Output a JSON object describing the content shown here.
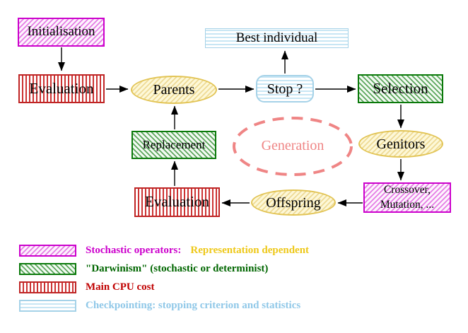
{
  "palette": {
    "magenta": "#cc00cc",
    "green": "#0b7a0b",
    "red": "#bf2424",
    "cyan": "#a5d2e8",
    "yellow": "#e2c455",
    "salmon": "#ef8585",
    "line": "#000000"
  },
  "nodes": {
    "initialisation": {
      "label": "Initialisation"
    },
    "evaluation_top": {
      "label": "Evaluation"
    },
    "parents": {
      "label": "Parents"
    },
    "best_individual": {
      "label": "Best individual"
    },
    "stop": {
      "label": "Stop ?"
    },
    "selection": {
      "label": "Selection"
    },
    "genitors": {
      "label": "Genitors"
    },
    "crossover_mutation": {
      "line1": "Crossover,",
      "line2": "Mutation, ..."
    },
    "offspring": {
      "label": "Offspring"
    },
    "evaluation_bottom": {
      "label": "Evaluation"
    },
    "replacement": {
      "label": "Replacement"
    },
    "generation": {
      "label": "Generation"
    }
  },
  "edges": [
    {
      "from": "initialisation",
      "to": "evaluation_top"
    },
    {
      "from": "evaluation_top",
      "to": "parents"
    },
    {
      "from": "parents",
      "to": "stop"
    },
    {
      "from": "stop",
      "to": "best_individual"
    },
    {
      "from": "stop",
      "to": "selection"
    },
    {
      "from": "selection",
      "to": "genitors"
    },
    {
      "from": "genitors",
      "to": "crossover_mutation"
    },
    {
      "from": "crossover_mutation",
      "to": "offspring"
    },
    {
      "from": "offspring",
      "to": "evaluation_bottom"
    },
    {
      "from": "evaluation_bottom",
      "to": "replacement"
    },
    {
      "from": "replacement",
      "to": "parents"
    }
  ],
  "legend": {
    "items": [
      {
        "pattern": "magenta-diagonal-hatch",
        "label": "Stochastic operators:",
        "label_color": "#cc00cc",
        "label2": "Representation dependent",
        "label2_color": "#eec818"
      },
      {
        "pattern": "green-diagonal-hatch",
        "label": "\"Darwinism\" (stochastic or determinist)",
        "label_color": "#006600"
      },
      {
        "pattern": "red-vertical-stripes",
        "label": "Main CPU cost",
        "label_color": "#c00000"
      },
      {
        "pattern": "cyan-horizontal-stripes",
        "label": "Checkpointing: stopping criterion and statistics",
        "label_color": "#90c8e8"
      }
    ]
  }
}
